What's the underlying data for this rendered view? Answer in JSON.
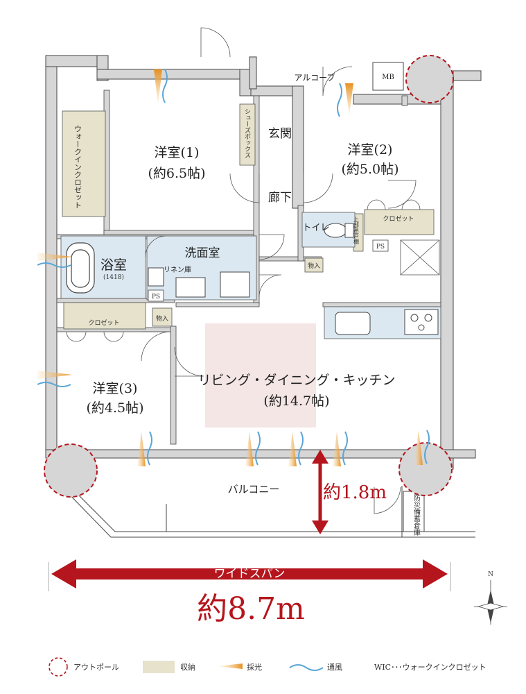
{
  "plan": {
    "rooms": {
      "western1": {
        "name": "洋室(1)",
        "size": "(約6.5帖)"
      },
      "western2": {
        "name": "洋室(2)",
        "size": "(約5.0帖)"
      },
      "western3": {
        "name": "洋室(3)",
        "size": "(約4.5帖)"
      },
      "ldk": {
        "name": "リビング・ダイニング・キッチン",
        "size": "(約14.7帖)"
      },
      "bath": {
        "name": "浴室",
        "size": "(1418)"
      },
      "washroom": "洗面室",
      "entrance": "玄関",
      "corridor": "廊下",
      "balcony": "バルコニー",
      "alcove": "アルコーブ"
    },
    "labels": {
      "mb": "MB",
      "shoebox": "シューズボックス",
      "wic": "ウォークインクロゼット",
      "closet": "クロゼット",
      "linen": "リネン庫",
      "ps": "PS",
      "storage": "物入",
      "toilet": "トイレ",
      "upper_shelf": "上部吊戸棚",
      "disaster_storage": "防災備蓄倉庫"
    },
    "dimensions": {
      "balcony_depth": "約1.8m",
      "span_label": "ワイドスパン",
      "span_value": "約8.7m"
    },
    "compass": "N",
    "colors": {
      "accent_red": "#b5151c",
      "wall": "#d6d6d6",
      "storage_fill": "#e6e2cc",
      "wet_area_fill": "#dbe8f1",
      "ldk_highlight": "#f3e6e4"
    }
  },
  "legend": {
    "outpole": "アウトポール",
    "storage": "収納",
    "daylight": "採光",
    "ventilation": "通風",
    "wic_note": "WIC･･･ウォークインクロゼット"
  }
}
